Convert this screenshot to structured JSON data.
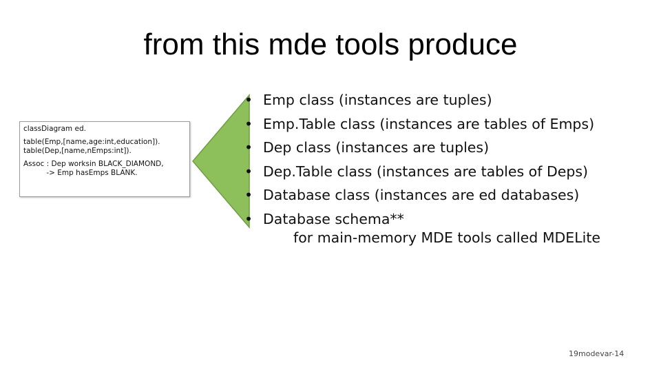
{
  "slide": {
    "title": "from this mde tools produce",
    "code_box": {
      "lines": [
        "classDiagram ed.",
        "table(Emp,[name,age:int,education]).",
        "table(Dep,[name,nEmps:int]).",
        "Assoc : Dep worksin BLACK_DIAMOND,",
        "          -> Emp hasEmps BLANK."
      ]
    },
    "arrow_color": "#8dc05a",
    "arrow_stroke": "#6f9e43",
    "bullet_glyph": "•",
    "bullets": [
      "Emp class (instances are tuples)",
      "Emp.Table class (instances are tables of Emps)",
      "Dep class (instances are tuples)",
      "Dep.Table class (instances are tables of Deps)",
      "Database class (instances are ed databases)",
      "Database schema**"
    ],
    "sub_note": "for main-memory MDE tools called MDELite",
    "footer": "19modevar-14"
  }
}
